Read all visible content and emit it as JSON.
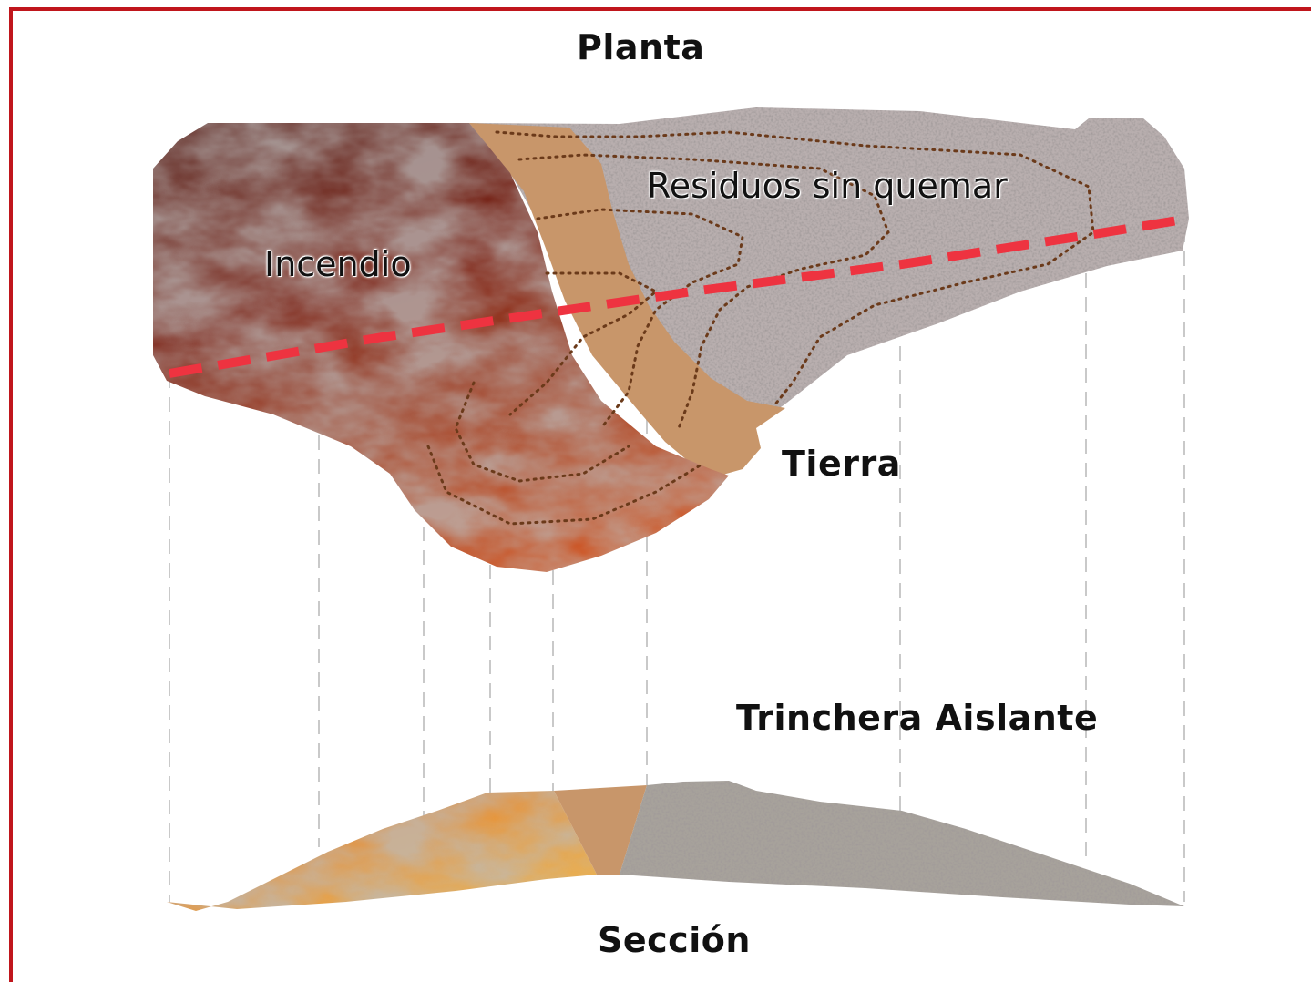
{
  "labels": {
    "top": "Planta",
    "fire": "Incendio",
    "unburned": "Residuos sin quemar",
    "earth": "Tierra",
    "trench": "Trinchera Aislante",
    "bottom": "Sección"
  },
  "colors": {
    "frame": "#c0161c",
    "fire_dark": "#3a0b08",
    "fire_mid": "#b8300f",
    "fire_bright": "#ffb020",
    "earth": "#c8966a",
    "gravel": "#b5abab",
    "dashed_line": "#ee3340",
    "guide_lines": "#c8c8c8",
    "contours": "#6b3a1a"
  },
  "icons": {
    "fire_texture": "flame-texture-icon",
    "gravel_texture": "gravel-texture-icon"
  }
}
